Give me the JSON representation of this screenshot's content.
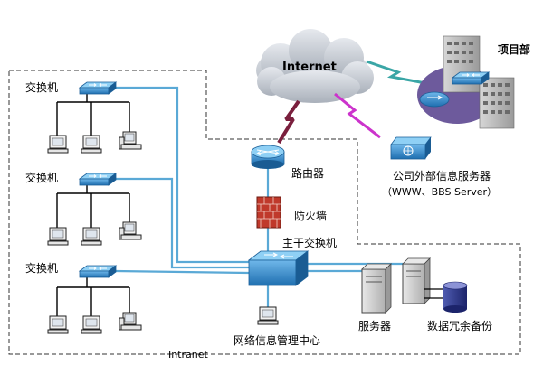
{
  "labels": {
    "internet": "Internet",
    "project_dept": "项目部",
    "switch_1": "交换机",
    "switch_2": "交换机",
    "switch_3": "交换机",
    "router": "路由器",
    "firewall": "防火墙",
    "core_switch": "主干交换机",
    "external_server_line1": "公司外部信息服务器",
    "external_server_line2": "（WWW、BBS Server）",
    "servers": "服务器",
    "backup": "数据冗余备份",
    "mgmt_center": "网络信息管理中心",
    "intranet": "Intranet"
  },
  "colors": {
    "cable": "#5aa9d6",
    "lightning_wan": "#7a1f3d",
    "lightning_external": "#cc33cc",
    "lightning_project": "#3aa6a6",
    "dashed_boundary": "#333333",
    "cloud": "#c9ced6"
  }
}
